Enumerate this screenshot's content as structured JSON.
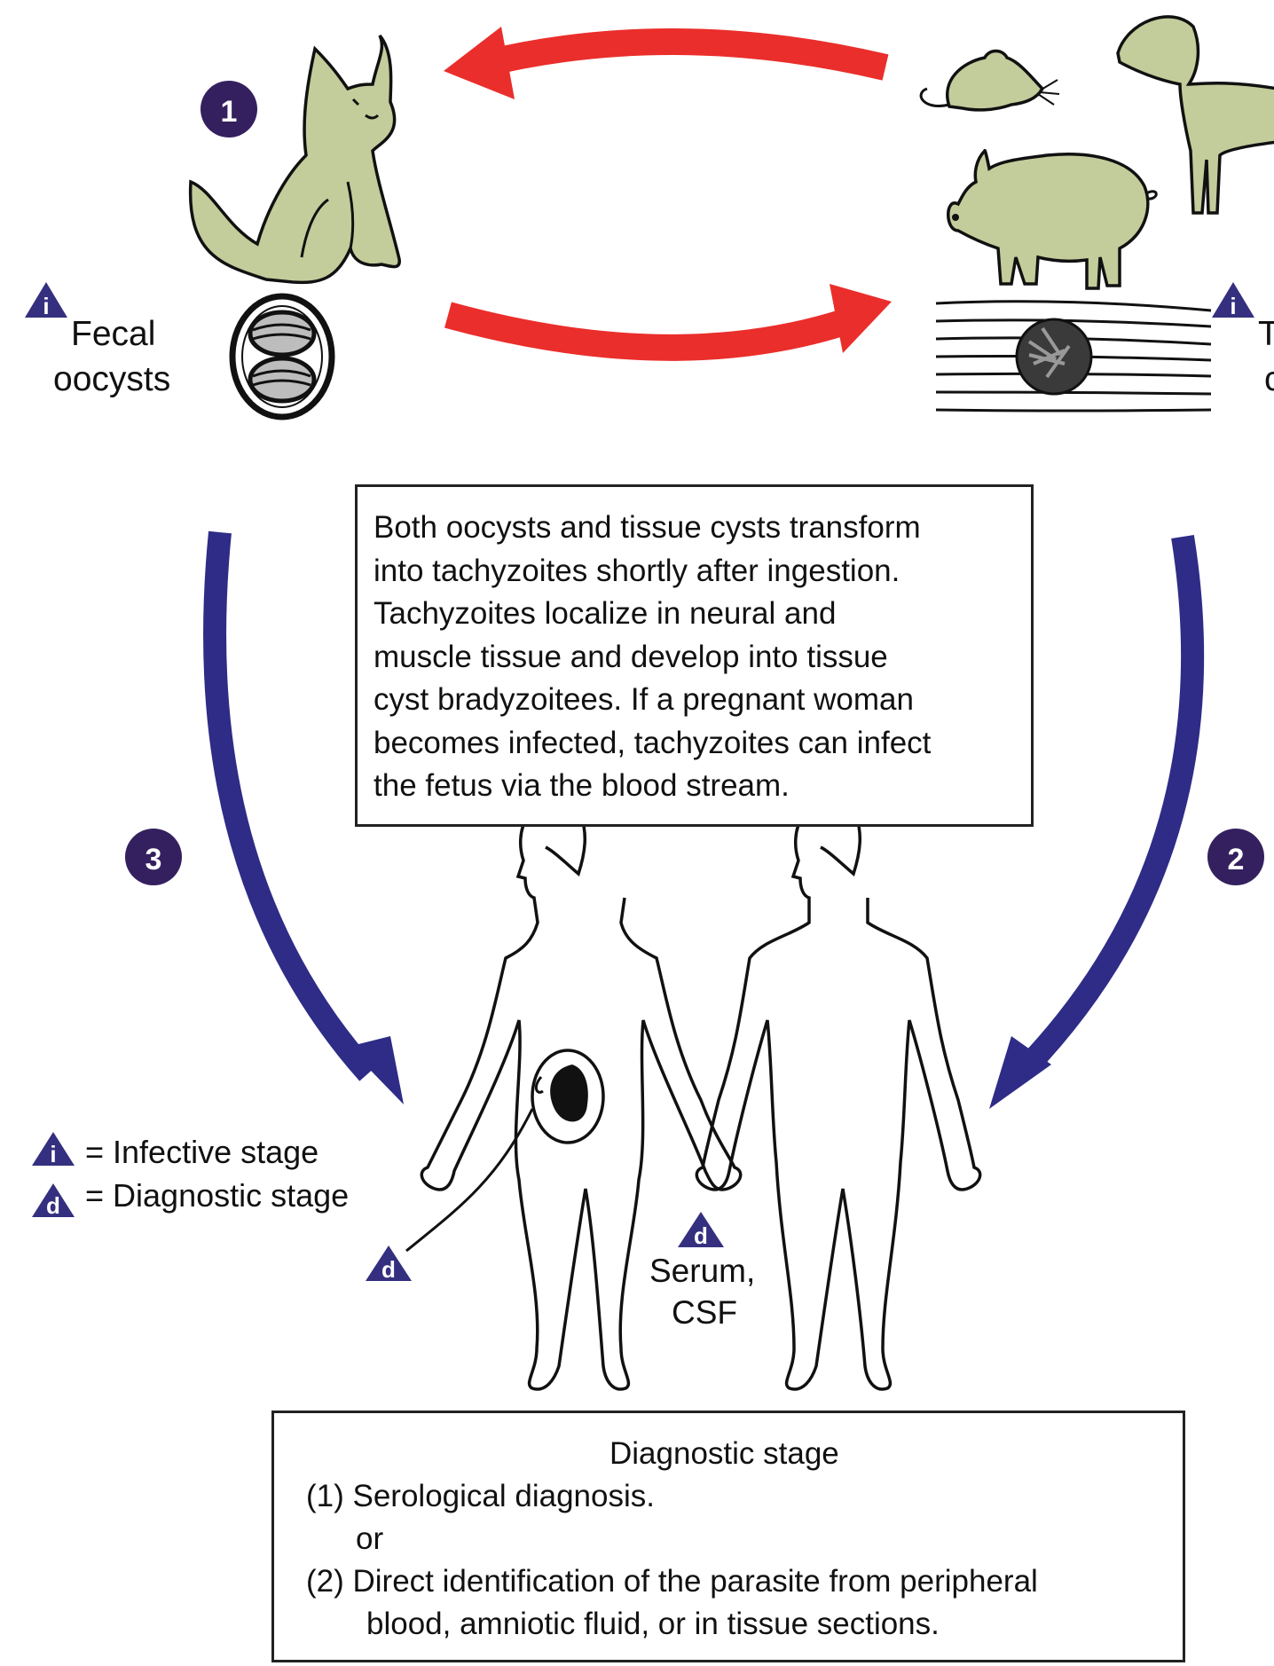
{
  "colors": {
    "animal_fill": "#c3cc9b",
    "outline": "#111111",
    "red_arrow": "#ea2e2b",
    "blue_arrow": "#2e2c86",
    "step_circle": "#34205e",
    "stage_triangle": "#34307f"
  },
  "steps": {
    "one": "1",
    "two": "2",
    "three": "3"
  },
  "symbols": {
    "infective": "i",
    "diagnostic": "d"
  },
  "cat_stage": {
    "line1": "Fecal",
    "line2": "oocysts"
  },
  "host_stage": {
    "line1": "T",
    "line2": "c"
  },
  "info_box": {
    "lines": [
      "Both oocysts and tissue cysts transform",
      "into tachyzoites shortly after ingestion.",
      "Tachyzoites localize in neural and",
      "muscle tissue and develop into tissue",
      "cyst bradyzoitees. If a pregnant woman",
      "becomes infected, tachyzoites can infect",
      "the fetus via the blood stream."
    ]
  },
  "legend": {
    "infective": "= Infective stage",
    "diagnostic": "= Diagnostic stage"
  },
  "serum": {
    "line1": "Serum,",
    "line2": "CSF"
  },
  "diagnostic_box": {
    "title": "Diagnostic stage",
    "line1": "(1) Serological diagnosis.",
    "line2": "or",
    "line3": "(2) Direct identification of the parasite from peripheral",
    "line4": "blood, amniotic fluid, or in tissue sections."
  }
}
